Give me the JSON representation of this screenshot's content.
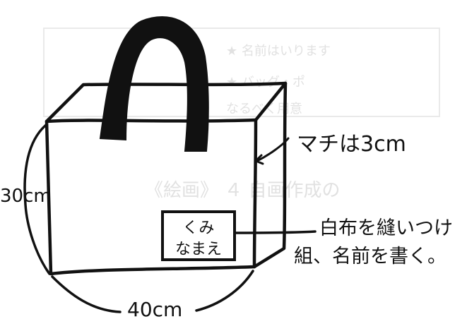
{
  "labels": {
    "gusset": "マチは3cm",
    "height": "30cm",
    "width": "40cm",
    "name_tag_line1": "くみ",
    "name_tag_line2": "なまえ",
    "note_line1": "白布を縫いつけ",
    "note_line2": "組、名前を書く。"
  },
  "bleed_through": {
    "line1": "★ 名前はいります",
    "line2": "★ バッグ・ポ",
    "line3": "なるべく用意",
    "heading": "《絵画》 ４ 自画作成の"
  },
  "colors": {
    "ink": "#111111",
    "paper": "#ffffff",
    "bleed": "#c9c9c9"
  }
}
